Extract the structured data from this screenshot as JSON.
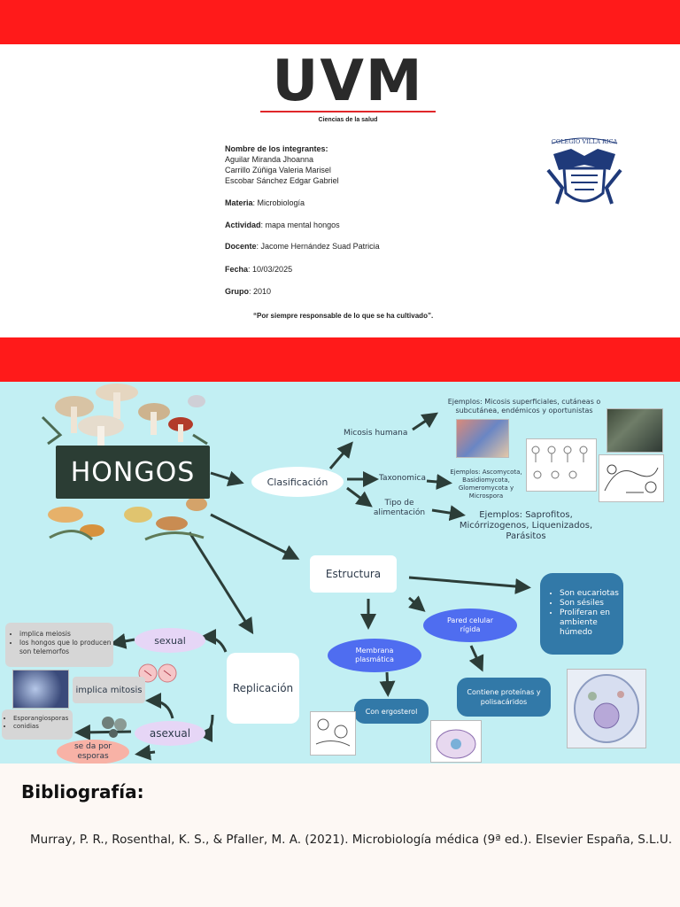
{
  "cover": {
    "logo_text": "UVM",
    "school_area": "Ciencias de la salud",
    "seal_text": "COLEGIO VILLA RICA",
    "members_label": "Nombre de los integrantes:",
    "members": [
      "Aguilar Miranda Jhoanna",
      "Carrillo Zúñiga Valeria Marisel",
      "Escobar Sánchez Edgar Gabriel"
    ],
    "materia_label": "Materia",
    "materia": "Microbiología",
    "actividad_label": "Actividad",
    "actividad": "mapa mental hongos",
    "docente_label": "Docente",
    "docente": "Jacome Hernández Suad Patricia",
    "fecha_label": "Fecha",
    "fecha": "10/03/2025",
    "grupo_label": "Grupo",
    "grupo": "2010",
    "motto": "“Por siempre responsable de lo que se ha cultivado”."
  },
  "mindmap": {
    "title": "HONGOS",
    "clasificacion": "Clasificación",
    "micosis_humana": "Micosis humana",
    "micosis_ejemplos": "Ejemplos: Micosis superficiales, cutáneas o subcutánea, endémicos y oportunistas",
    "taxonomica": "Taxonomica",
    "taxonomica_ejemplos": "Ejemplos: Ascomycota, Basidiomycota, Glomeromycota y Microspora",
    "tipo_alimentacion": "Tipo de alimentación",
    "alimentacion_ejemplos": "Ejemplos: Saprofitos, Micórrizogenos, Liquenizados, Parásitos",
    "estructura": "Estructura",
    "estructura_bullets": [
      "Son eucariotas",
      "Son sésiles",
      "Proliferan en ambiente húmedo"
    ],
    "pared_celular": "Pared celular rígida",
    "membrana": "Membrana plasmática",
    "ergosterol": "Con ergosterol",
    "proteinas": "Contiene proteínas y polisacáridos",
    "replicacion": "Replicación",
    "sexual": "sexual",
    "sexual_bullets": [
      "implica meiosis",
      "los hongos que lo producen son telemorfos"
    ],
    "mitosis": "implica mitosis",
    "asexual": "asexual",
    "asexual_bullets": [
      "Esporangiosporas",
      "conidias"
    ],
    "esporas": "se da por esporas"
  },
  "bibliography": {
    "heading": "Bibliografía:",
    "reference": "Murray, P. R., Rosenthal, K. S., & Pfaller, M. A. (2021). Microbiología médica (9ª ed.). Elsevier España, S.L.U."
  },
  "colors": {
    "red_band": "#ff1a1a",
    "map_bg": "#c2eff3",
    "title_box": "#2b3d34",
    "blue_pill": "#4f6df0",
    "teal_box": "#3279a8",
    "lilac": "#e6d6f6",
    "salmon": "#f8b2a6",
    "gray_card": "#d6d6d6"
  }
}
